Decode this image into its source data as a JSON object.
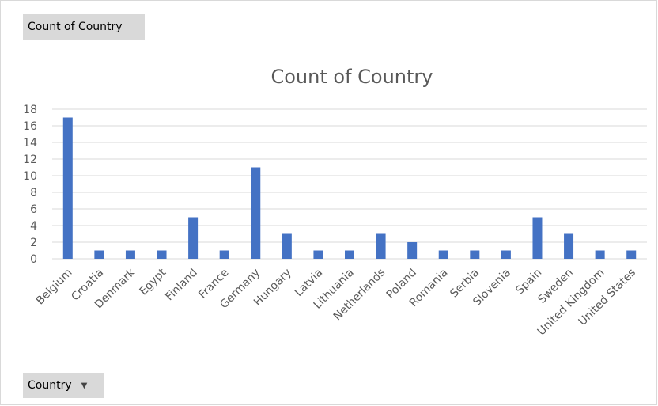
{
  "pivot": {
    "values_field_label": "Count of Country",
    "axis_field_label": "Country",
    "axis_field_icon": "dropdown-arrow-icon"
  },
  "chart_data": {
    "type": "bar",
    "title": "Count of Country",
    "categories": [
      "Belgium",
      "Croatia",
      "Denmark",
      "Egypt",
      "Finland",
      "France",
      "Germany",
      "Hungary",
      "Latvia",
      "Lithuania",
      "Netherlands",
      "Poland",
      "Romania",
      "Serbia",
      "Slovenia",
      "Spain",
      "Sweden",
      "United Kingdom",
      "United States"
    ],
    "values": [
      17,
      1,
      1,
      1,
      5,
      1,
      11,
      3,
      1,
      1,
      3,
      2,
      1,
      1,
      1,
      5,
      3,
      1,
      1
    ],
    "ylim": [
      0,
      18
    ],
    "yticks": [
      0,
      2,
      4,
      6,
      8,
      10,
      12,
      14,
      16,
      18
    ],
    "grid": true,
    "legend": "none",
    "bar_color": "#4472c4",
    "grid_color": "#d9d9d9",
    "text_color": "#595959"
  }
}
